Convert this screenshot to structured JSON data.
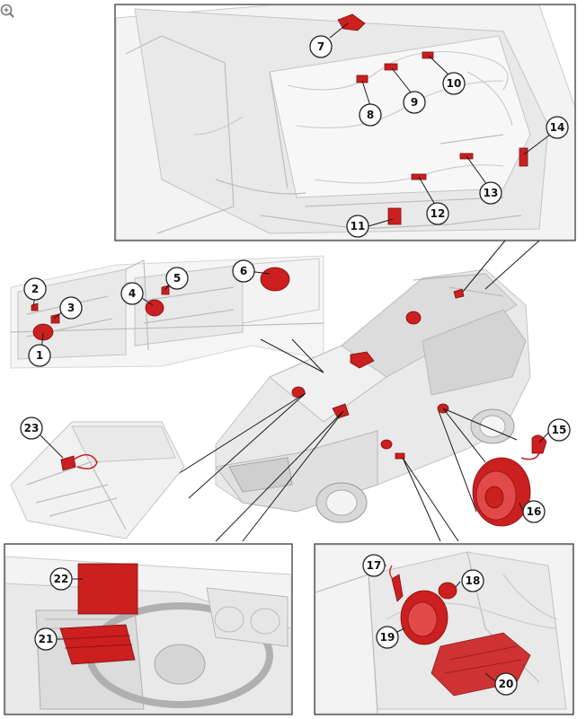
{
  "toolbar": {
    "zoom_icon": "zoom-in-icon"
  },
  "colors": {
    "component_highlight": "#cc1f1f",
    "vehicle_body": "#e9e9e9",
    "panel_border": "#2a2a2a"
  },
  "callouts": [
    "1",
    "2",
    "3",
    "4",
    "5",
    "6",
    "7",
    "8",
    "9",
    "10",
    "11",
    "12",
    "13",
    "14",
    "15",
    "16",
    "17",
    "18",
    "19",
    "20",
    "21",
    "22",
    "23"
  ]
}
